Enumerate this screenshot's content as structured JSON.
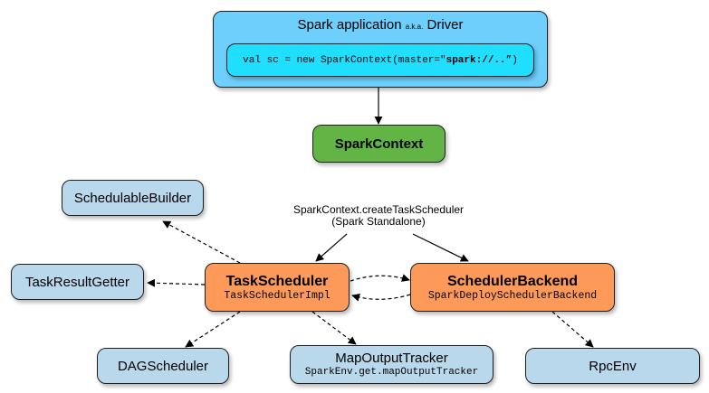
{
  "driver": {
    "title_main": "Spark application",
    "title_aka": "a.k.a.",
    "title_tail": "Driver",
    "code_prefix": "val sc = new SparkContext(master=\"",
    "code_bold": "spark://..",
    "code_suffix": "”)"
  },
  "spark_context": {
    "label": "SparkContext"
  },
  "create_task_scheduler": {
    "line1": "SparkContext.createTaskScheduler",
    "line2": "(Spark Standalone)"
  },
  "schedulable_builder": {
    "label": "SchedulableBuilder"
  },
  "task_result_getter": {
    "label": "TaskResultGetter"
  },
  "task_scheduler": {
    "title": "TaskScheduler",
    "impl": "TaskSchedulerImpl"
  },
  "scheduler_backend": {
    "title": "SchedulerBackend",
    "impl": "SparkDeploySchedulerBackend"
  },
  "dag_scheduler": {
    "label": "DAGScheduler"
  },
  "map_output_tracker": {
    "title": "MapOutputTracker",
    "accessor": "SparkEnv.get.mapOutputTracker"
  },
  "rpc_env": {
    "label": "RpcEnv"
  },
  "colors": {
    "driver": "#6ecffc",
    "driver_code": "#1fdefe",
    "spark_context": "#62b545",
    "scheduler": "#fd9a59",
    "component": "#b9d8ec"
  }
}
